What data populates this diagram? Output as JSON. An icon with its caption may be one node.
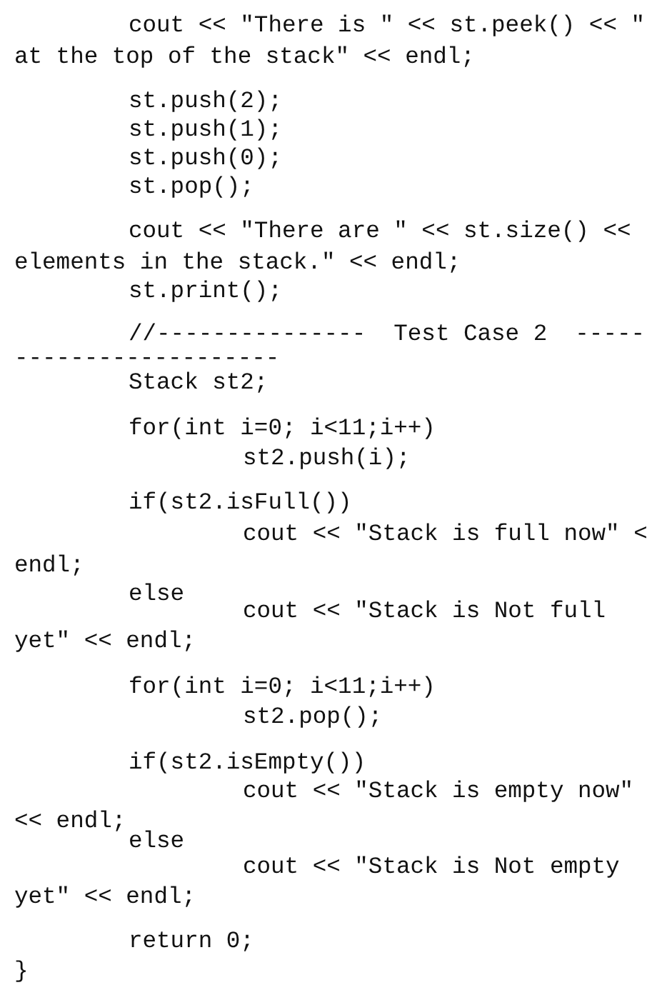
{
  "diagram": {
    "labels": [
      "cout << \"There is \" << st.peek() << \"",
      "at the top of the stack\" << endl;",
      "st.push(2);",
      "st.push(1);",
      "st.push(0);",
      "st.pop();",
      "cout << \"There are \" << st.size() <<",
      "elements in the stack.\" << endl;",
      "st.print();",
      "//---------------  Test Case 2  -----",
      "-------------------",
      "Stack st2;",
      "for(int i=0; i<11;i++)",
      "st2.push(i);",
      "if(st2.isFull())",
      "cout << \"Stack is full now\" <",
      "endl;",
      "else",
      "cout << \"Stack is Not full",
      "yet\" << endl;",
      "for(int i=0; i<11;i++)",
      "st2.pop();",
      "if(st2.isEmpty())",
      "cout << \"Stack is empty now\"",
      "<< endl;",
      "else",
      "cout << \"Stack is Not empty",
      "yet\" << endl;",
      "return 0;",
      "}"
    ]
  }
}
